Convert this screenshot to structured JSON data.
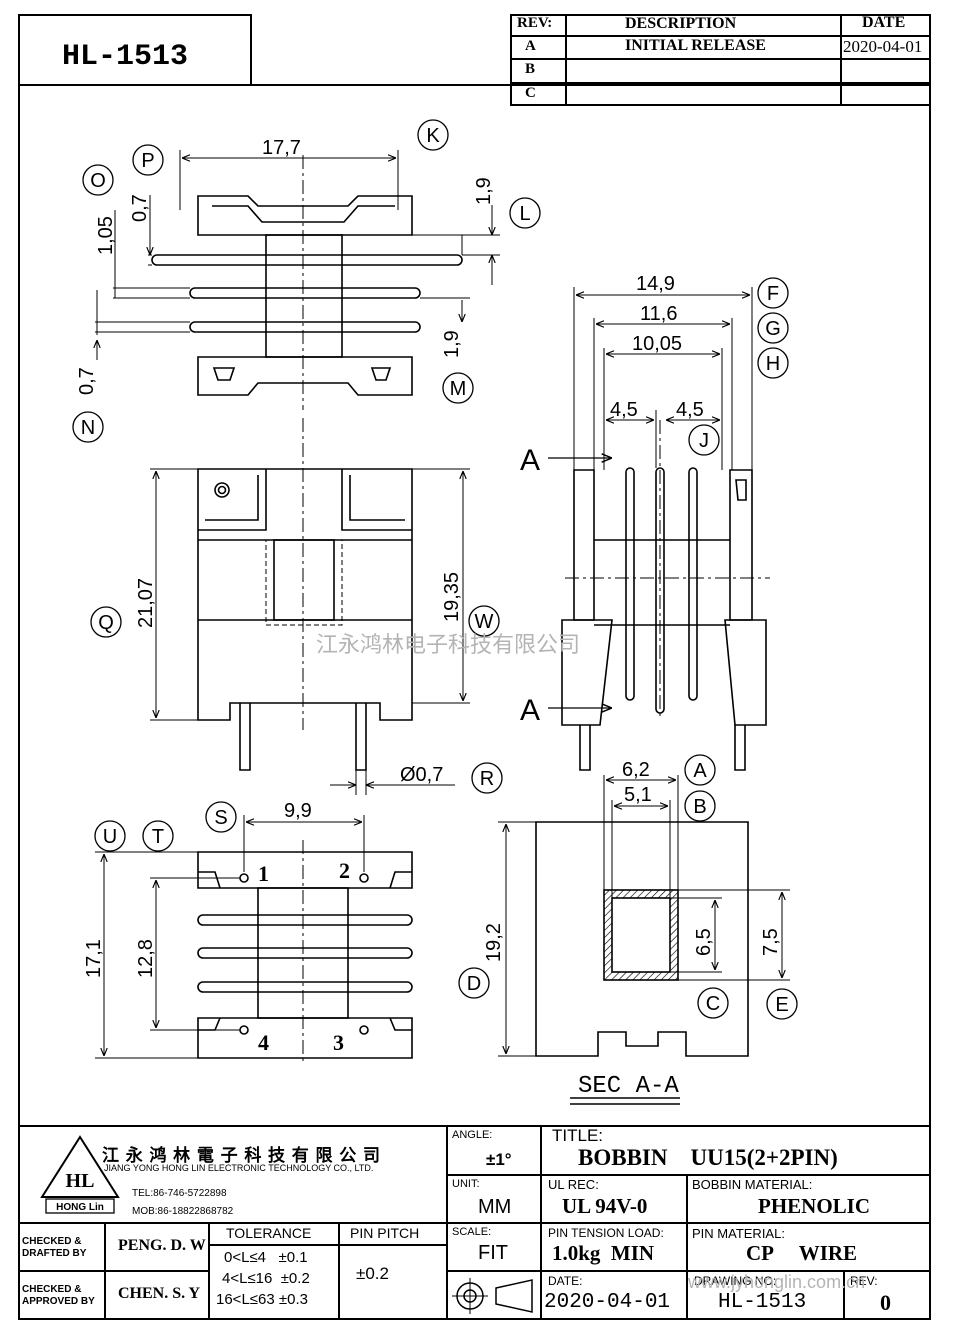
{
  "part_number": "HL-1513",
  "revision_table": {
    "headers": {
      "rev": "REV:",
      "description": "DESCRIPTION",
      "date": "DATE"
    },
    "rows": [
      {
        "rev": "A",
        "description": "INITIAL  RELEASE",
        "date": "2020-04-01"
      },
      {
        "rev": "B",
        "description": "",
        "date": ""
      },
      {
        "rev": "C",
        "description": "",
        "date": ""
      }
    ]
  },
  "drawing": {
    "dims": {
      "top_width": "17,7",
      "d_0_7_top": "0,7",
      "d_1_05": "1,05",
      "d_0_7_left": "0,7",
      "d_1_9_top": "1,9",
      "d_1_9_bottom": "1,9",
      "w_14_9": "14,9",
      "w_11_6": "11,6",
      "w_10_05": "10,05",
      "w_4_5_left": "4,5",
      "w_4_5_right": "4,5",
      "h_21_07": "21,07",
      "h_19_35": "19,35",
      "pin_dia": "Ø0,7",
      "pin_pitch_9_9": "9,9",
      "h_17_1": "17,1",
      "h_12_8": "12,8",
      "sec_w_6_2": "6,2",
      "sec_w_5_1": "5,1",
      "sec_h_19_2": "19,2",
      "sec_h_6_5": "6,5",
      "sec_h_7_5": "7,5"
    },
    "callouts": [
      "K",
      "P",
      "O",
      "L",
      "M",
      "N",
      "F",
      "G",
      "H",
      "J",
      "Q",
      "W",
      "R",
      "S",
      "U",
      "T",
      "A",
      "B",
      "C",
      "D",
      "E"
    ],
    "section_marks": {
      "top": "A",
      "bottom": "A"
    },
    "pins": [
      "1",
      "2",
      "4",
      "3"
    ],
    "section_title": "SEC  A-A",
    "watermark": "江永鸿林电子科技有限公司",
    "watermark_url": "www.jyhonglin.com.cn"
  },
  "title_block": {
    "company_cn": "江 永 鸿 林 電 子 科 技 有 限 公 司",
    "company_en": "JIANG YONG HONG LIN ELECTRONIC TECHNOLOGY CO., LTD.",
    "logo_text": "HL",
    "logo_caption": "HONG Lin",
    "tel": "TEL:86-746-5722898",
    "mob": "MOB:86-18822868782",
    "checked_drafted_label": "CHECKED &\nDRAFTED BY",
    "checked_drafted_name": "PENG. D. W",
    "checked_approved_label": "CHECKED &\nAPPROVED BY",
    "checked_approved_name": "CHEN. S. Y",
    "tolerance_label": "TOLERANCE",
    "tolerance_rows": [
      "0<L≤4   ±0.1",
      "4<L≤16  ±0.2",
      "16<L≤63 ±0.3"
    ],
    "pin_pitch_label": "PIN PITCH",
    "pin_pitch_value": "±0.2",
    "angle_label": "ANGLE:",
    "angle_value": "±1°",
    "unit_label": "UNIT:",
    "unit_value": "MM",
    "scale_label": "SCALE:",
    "scale_value": "FIT",
    "title_label": "TITLE:",
    "title_value": "BOBBIN    UU15(2+2PIN)",
    "ul_label": "UL REC:",
    "ul_value": "UL 94V-0",
    "bobbin_material_label": "BOBBIN MATERIAL:",
    "bobbin_material_value": "PHENOLIC",
    "pin_tension_label": "PIN TENSION LOAD:",
    "pin_tension_value": "1.0kg  MIN",
    "pin_material_label": "PIN MATERIAL:",
    "pin_material_value": "CP     WIRE",
    "date_label": "DATE:",
    "date_value": "2020-04-01",
    "drawing_no_label": "DRAWING NO:",
    "drawing_no_value": "HL-1513",
    "rev_label": "REV:",
    "rev_value": "0"
  }
}
